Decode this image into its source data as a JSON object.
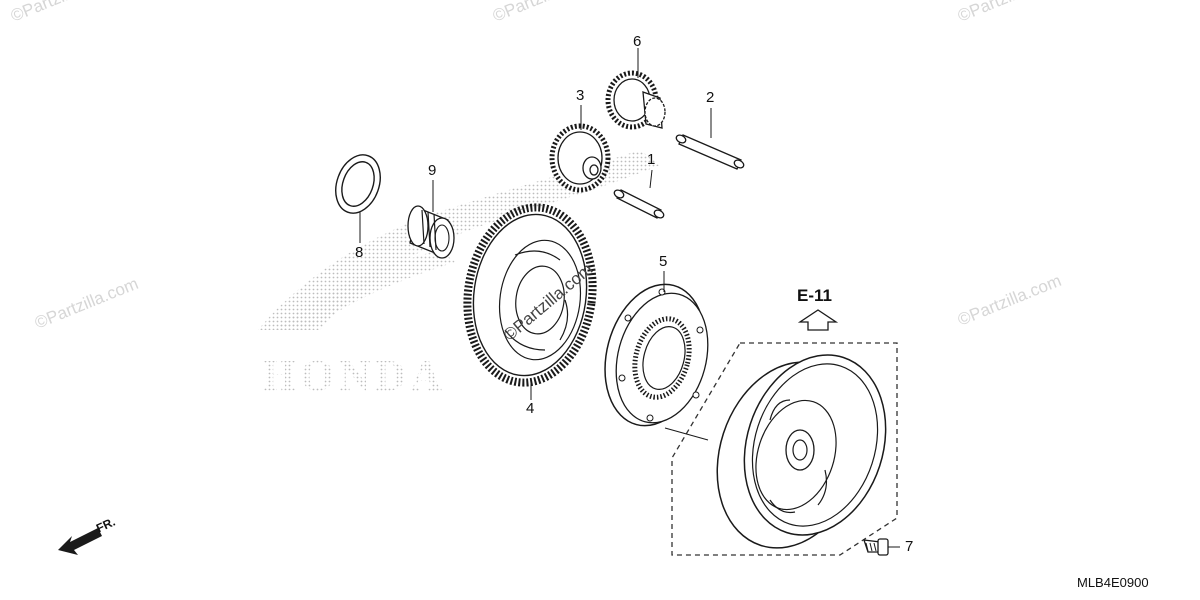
{
  "callouts": {
    "c1": "1",
    "c2": "2",
    "c3": "3",
    "c4": "4",
    "c5": "5",
    "c6": "6",
    "c7": "7",
    "c8": "8",
    "c9": "9"
  },
  "reference_label": "E-11",
  "diagram_code": "MLB4E0900",
  "front_label": "FR.",
  "watermark_text": "©Partzilla.com",
  "colors": {
    "line": "#1a1a1a",
    "dots": "#c4c4c4",
    "dashed": "#333333"
  }
}
